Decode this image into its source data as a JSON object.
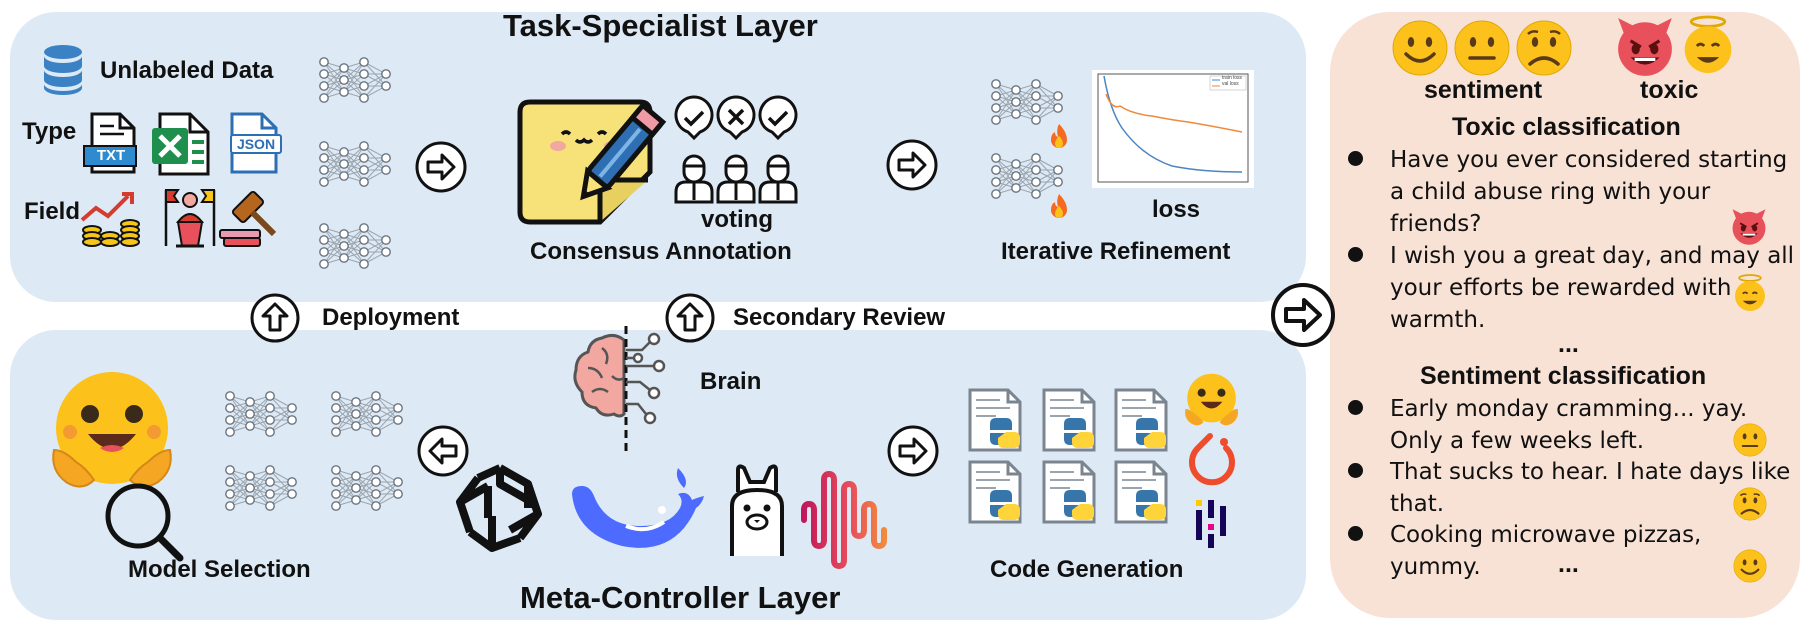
{
  "top_layer": {
    "title": "Task-Specialist Layer",
    "unlabeled_data": "Unlabeled Data",
    "type_label": "Type",
    "field_label": "Field",
    "file_txt": "TXT",
    "file_json": "JSON",
    "voting": "voting",
    "consensus": "Consensus Annotation",
    "loss": "loss",
    "iterative": "Iterative Refinement",
    "legend_train": "train loss",
    "legend_val": "val loss"
  },
  "middle": {
    "deployment": "Deployment",
    "secondary_review": "Secondary Review"
  },
  "bottom_layer": {
    "title": "Meta-Controller Layer",
    "brain": "Brain",
    "model_selection": "Model Selection",
    "code_generation": "Code Generation"
  },
  "right_panel": {
    "sentiment": "sentiment",
    "toxic": "toxic",
    "toxic_heading": "Toxic classification",
    "toxic_examples": [
      "Have you ever considered starting a child abuse ring with your friends?",
      "I wish you a great day, and may all your efforts be rewarded with warmth."
    ],
    "ellipsis": "...",
    "sentiment_heading": "Sentiment classification",
    "sentiment_examples": [
      "Early monday cramming... yay. Only a few weeks left.",
      "That sucks to hear. I hate days like that.",
      "Cooking microwave pizzas, yummy."
    ]
  },
  "colors": {
    "panel_blue": "#dde9f4",
    "panel_peach": "#f8e2d6",
    "emoji_yellow": "#fcc21b",
    "devil_red": "#e8505b"
  },
  "icons": [
    "database-icon",
    "txt-file-icon",
    "excel-icon",
    "json-file-icon",
    "finance-icon",
    "podium-icon",
    "gavel-icon",
    "neural-net-icon",
    "arrow-right-icon",
    "arrow-left-icon",
    "arrow-up-icon",
    "sticky-note-pencil-icon",
    "vote-check-icon",
    "vote-cross-icon",
    "person-icon",
    "fire-icon",
    "loss-chart-icon",
    "brain-icon",
    "hugging-face-icon",
    "magnifier-icon",
    "openai-icon",
    "deepseek-whale-icon",
    "llama-icon",
    "waveform-icon",
    "python-doc-icon",
    "pytorch-icon",
    "pandas-icon",
    "emoji-happy-icon",
    "emoji-neutral-icon",
    "emoji-sad-icon",
    "emoji-devil-icon",
    "emoji-angel-icon"
  ]
}
